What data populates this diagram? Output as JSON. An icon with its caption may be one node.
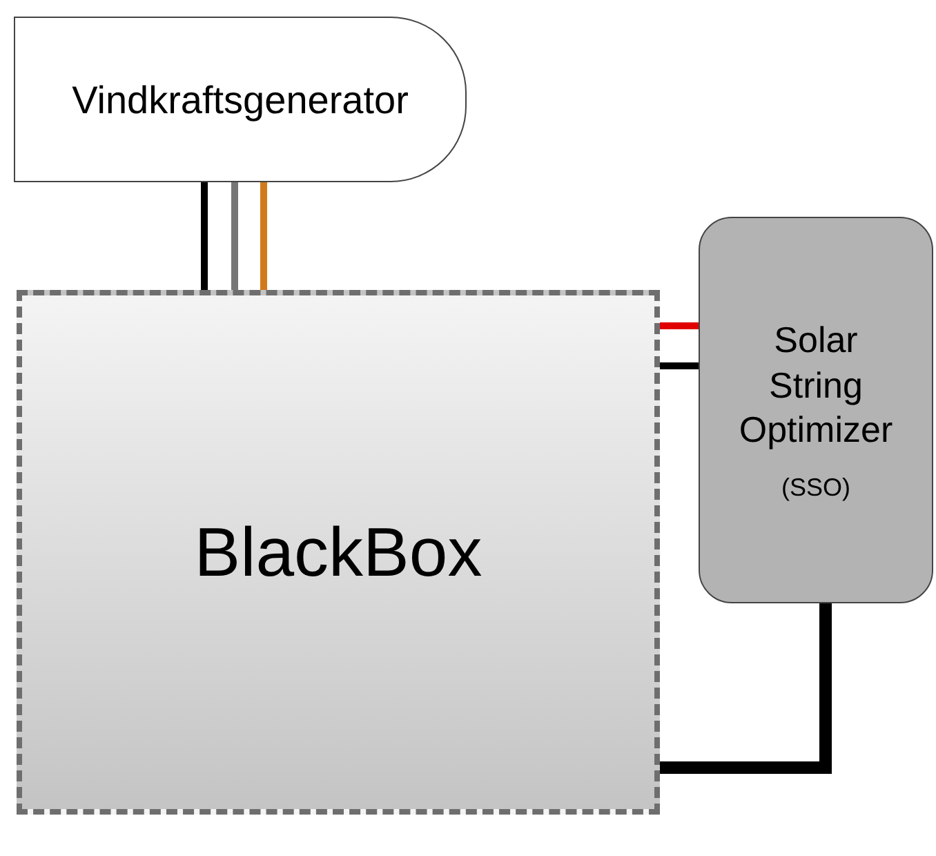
{
  "diagram": {
    "nodes": [
      {
        "text": [
          "Vindkraftsgenerator"
        ]
      },
      {
        "text": [
          "BlackBox"
        ]
      },
      {
        "text": [
          "Solar String Optimizer",
          "(SSO)"
        ]
      }
    ],
    "edges": [
      {
        "from": 0,
        "to": 1,
        "arrow": "none"
      },
      {
        "from": 0,
        "to": 1,
        "arrow": "none",
        "color": "#767676"
      },
      {
        "from": 0,
        "to": 1,
        "arrow": "none",
        "color": "#d07a1c"
      },
      {
        "from": 1,
        "to": 2,
        "arrow": "none",
        "color": "#e00000"
      },
      {
        "from": 1,
        "to": 2,
        "arrow": "none"
      },
      {
        "from": 2,
        "to": 1,
        "arrow": "none",
        "style": "thick"
      }
    ]
  }
}
